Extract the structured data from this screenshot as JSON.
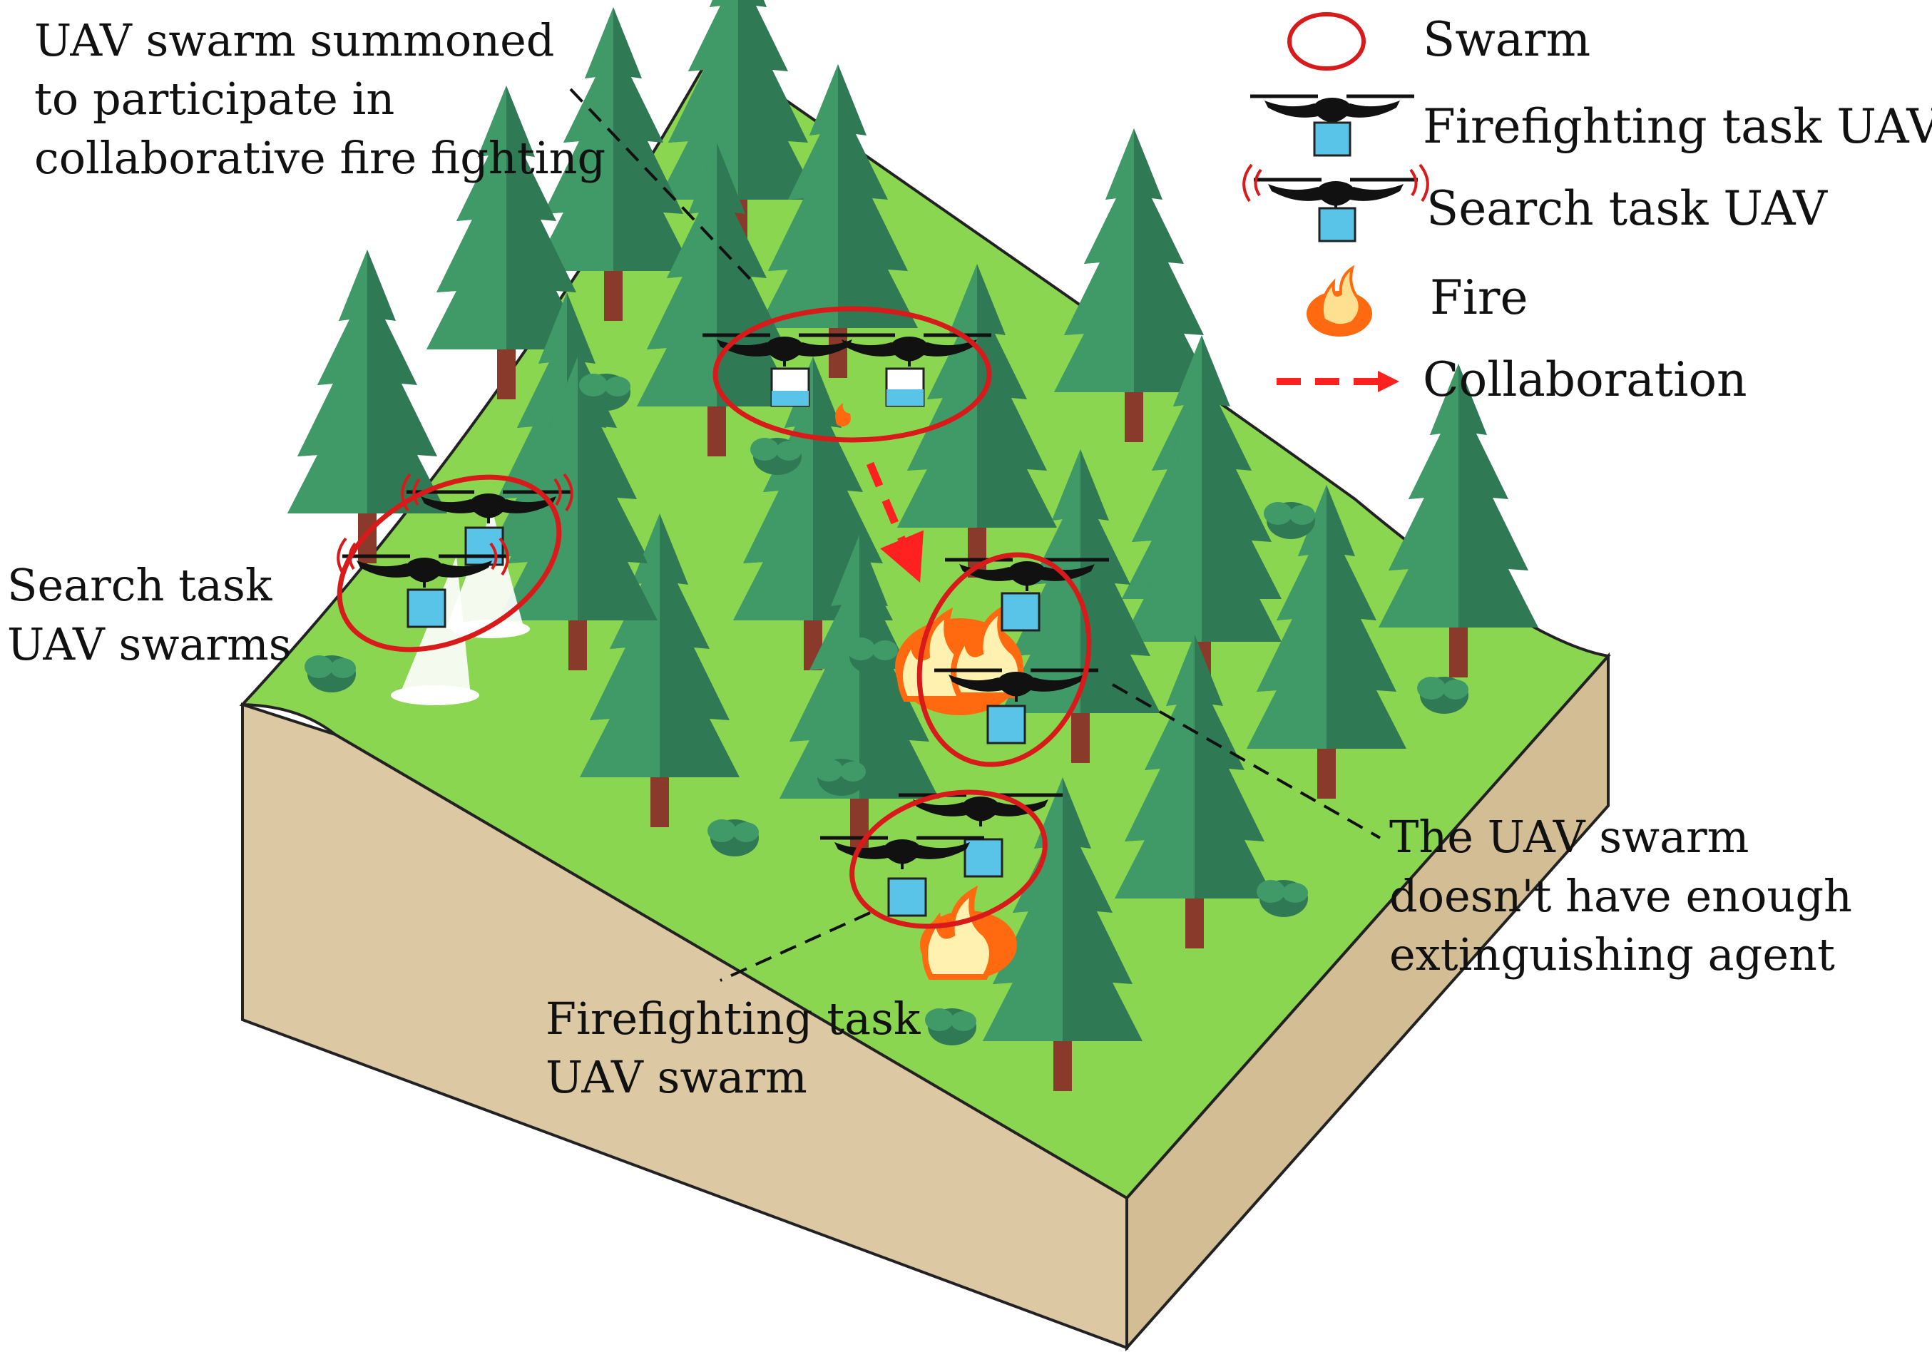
{
  "legend": {
    "items": [
      {
        "icon": "swarm-ellipse-icon",
        "label": "Swarm"
      },
      {
        "icon": "firefighting-uav-icon",
        "label": "Firefighting task UAV"
      },
      {
        "icon": "search-uav-icon",
        "label": "Search task UAV"
      },
      {
        "icon": "fire-icon",
        "label": "Fire"
      },
      {
        "icon": "collaboration-arrow-icon",
        "label": "Collaboration"
      }
    ]
  },
  "annotations": {
    "summoned": [
      "UAV swarm summoned",
      "to participate in",
      "collaborative fire fighting"
    ],
    "search": [
      "Search task",
      "UAV swarms"
    ],
    "insufficient": [
      "The UAV swarm",
      "doesn't have enough",
      "extinguishing agent"
    ],
    "firefighting": [
      "Firefighting task",
      "UAV swarm"
    ]
  },
  "colors": {
    "grass": "#8bd651",
    "soil": "#dcc8a2",
    "soil_dark": "#d2bd95",
    "swarm_ring": "#d81a1a",
    "collaboration": "#ff2020",
    "uav_box": "#5ac4e8",
    "tree": "#2f7a55",
    "trunk": "#8a3a2a",
    "fire": "#ff6a10"
  }
}
